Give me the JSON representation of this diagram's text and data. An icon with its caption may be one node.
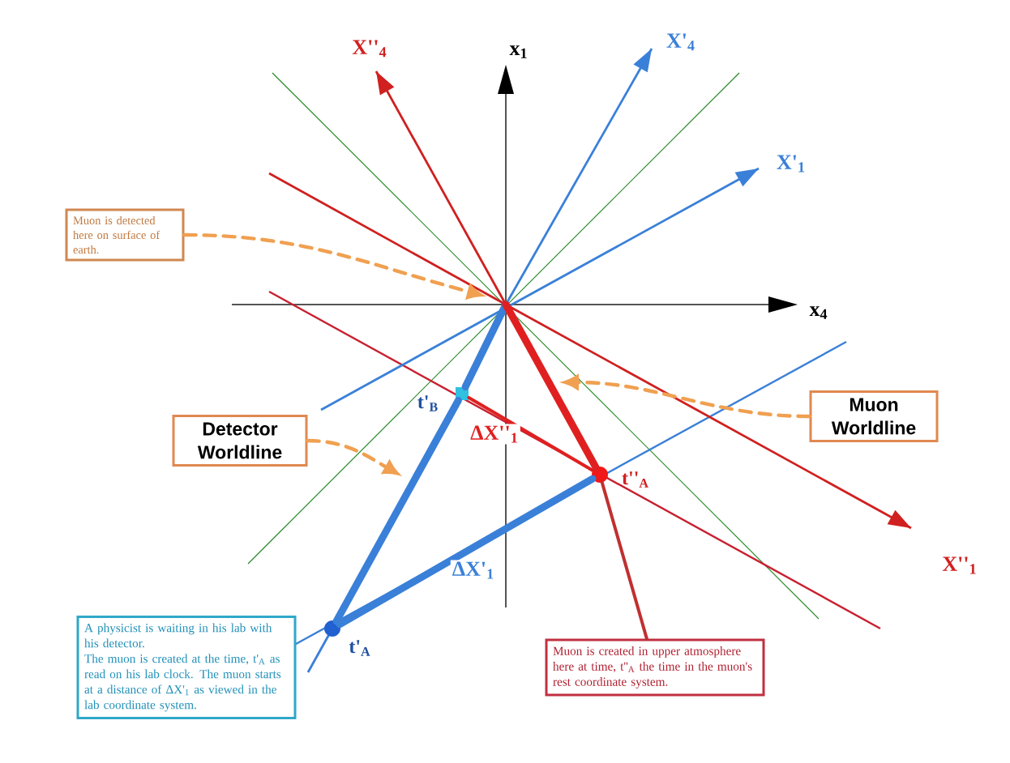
{
  "diagram": {
    "nodes": [
      {
        "text": [
          "Muon is detected here on surface of earth."
        ]
      },
      {
        "text": [
          "Detector Worldline"
        ]
      },
      {
        "text": [
          "Muon Worldline"
        ]
      },
      {
        "text": [
          "A physicist is waiting in his lab with his detector.",
          "The muon is created at the time, t'$_{A}$ as read on his lab clock. The muon starts at a distance of ΔX'$_{1}$ as viewed in the lab coordinate system."
        ]
      },
      {
        "text": [
          "Muon is created in upper atmosphere here at time, t''$_{A}$ the time in the muon's rest coordinate system."
        ]
      },
      {
        "text": [],
        "shape": "circle",
        "beside": [
          "t'$_{A}$"
        ]
      },
      {
        "text": [],
        "shape": "box",
        "beside": [
          "t'$_{B}$"
        ]
      },
      {
        "text": [],
        "shape": "circle",
        "beside": [
          "t''$_{A}$"
        ]
      }
    ],
    "edges": [
      {
        "from": 0,
        "to": null,
        "arrow": "to",
        "style": "dashed",
        "color": "#f0a050"
      },
      {
        "from": 1,
        "to": null,
        "arrow": "to",
        "style": "dashed",
        "color": "#f0a050"
      },
      {
        "from": 2,
        "to": null,
        "arrow": "to",
        "style": "dashed",
        "color": "#f0a050"
      },
      {
        "from": 5,
        "to": 6,
        "arrow": "none",
        "style": "thick",
        "color": "#3a80d8"
      },
      {
        "from": 6,
        "to": null,
        "arrow": "none",
        "style": "thick",
        "color": "#3a80d8"
      },
      {
        "from": 5,
        "to": 7,
        "arrow": "none",
        "style": "thick",
        "color": "#3a80d8",
        "label": "ΔX'$_{1}$"
      },
      {
        "from": 6,
        "to": 7,
        "arrow": "none",
        "color": "#e02020",
        "label": "ΔX''$_{1}$"
      },
      {
        "from": 7,
        "to": null,
        "arrow": "none",
        "style": "thick",
        "color": "#e02020"
      },
      {
        "from": 4,
        "to": 7,
        "arrow": "none",
        "color": "#c03030"
      }
    ],
    "labels": [
      "x$_{1}$",
      "x$_{4}$",
      "X'$_{4}$",
      "X'$_{1}$",
      "X''$_{4}$",
      "X''$_{1}$"
    ]
  }
}
